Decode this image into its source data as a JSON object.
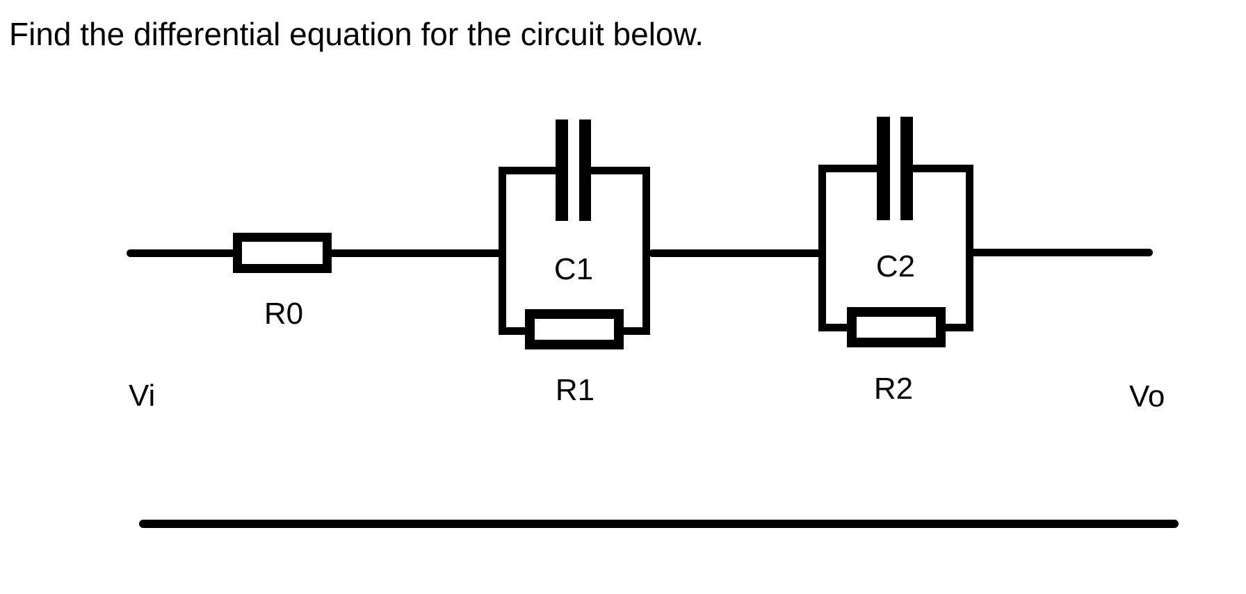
{
  "title": "Find the differential equation for the circuit below.",
  "circuit": {
    "input_terminal": {
      "label": "Vi"
    },
    "output_terminal": {
      "label": "Vo"
    },
    "components": {
      "r0": {
        "label": "R0",
        "type": "resistor",
        "position": "series-input"
      },
      "c1": {
        "label": "C1",
        "type": "capacitor",
        "position": "stage1-parallel"
      },
      "r1": {
        "label": "R1",
        "type": "resistor",
        "position": "stage1-parallel"
      },
      "c2": {
        "label": "C2",
        "type": "capacitor",
        "position": "stage2-parallel"
      },
      "r2": {
        "label": "R2",
        "type": "resistor",
        "position": "stage2-parallel"
      }
    },
    "colors": {
      "ink": "#000000",
      "background": "#ffffff"
    }
  }
}
